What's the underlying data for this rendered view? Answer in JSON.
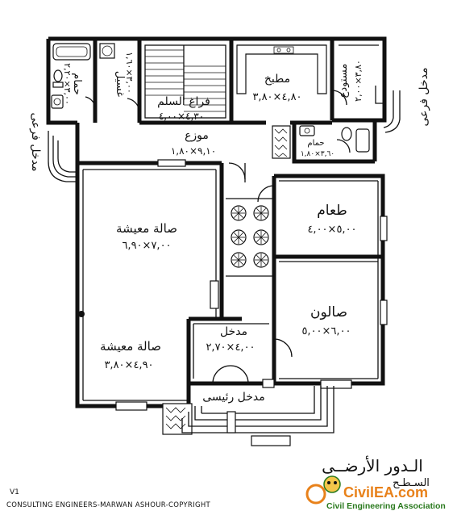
{
  "rooms": {
    "bath_right": {
      "name": "حمام",
      "dims": "٣,٠٠×٢,٢٠"
    },
    "laundry": {
      "name": "غسيل",
      "dims": "٣,٠٠×١,٦٠"
    },
    "stair": {
      "name": "فراغ السلم",
      "dims": "٤,٣٠×٤,٠٠"
    },
    "kitchen": {
      "name": "مطبخ",
      "dims": "٤,٨٠×٣,٨٠"
    },
    "storage": {
      "name": "مستودع",
      "dims": "٣,٨٠×٢,٠٠"
    },
    "corridor": {
      "name": "موزع",
      "dims": "٩,١٠×١,٨٠"
    },
    "bath_small": {
      "name": "حمام",
      "dims": "٣,٦٠×١,٨٠"
    },
    "dining": {
      "name": "طعام",
      "dims": "٥,٠٠×٤,٠٠"
    },
    "living_top": {
      "name": "صالة معيشة",
      "dims": "٧,٠٠×٦,٩٠"
    },
    "salon": {
      "name": "صالون",
      "dims": "٦,٠٠×٥,٠٠"
    },
    "entry": {
      "name": "مدخل",
      "dims": "٤,٠٠×٢,٧٠"
    },
    "living_bottom": {
      "name": "صالة معيشة",
      "dims": "٤,٩٠×٣,٨٠"
    }
  },
  "entrances": {
    "main": "مدخل رئيسى",
    "side_left": "مدخل فرعى",
    "side_right": "مدخل فرعى"
  },
  "title": {
    "floor": "الـدور الأرضــى",
    "scale_partial": "السـطـح"
  },
  "footer": {
    "page_no": "V1",
    "copyright": "CONSULTING ENGINEERS-MARWAN ASHOUR-COPYRIGHT",
    "watermark": "Civil Engineering Association",
    "logo": "CivilEA.com",
    "logo_color": "#e8811a",
    "logo_text_color": "#2a7a1e"
  }
}
